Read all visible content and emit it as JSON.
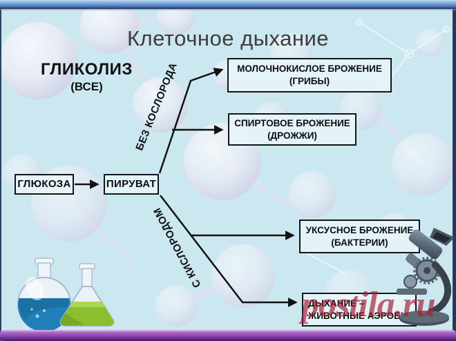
{
  "slide": {
    "title": "Клеточное дыхание",
    "watermark": "postila.ru"
  },
  "diagram": {
    "glycolysis": {
      "label": "ГЛИКОЛИЗ",
      "sub": "(ВСЕ)"
    },
    "nodes": {
      "glucose": {
        "label": "ГЛЮКОЗА"
      },
      "pyruvate": {
        "label": "ПИРУВАТ"
      },
      "lactic": {
        "line1": "МОЛОЧНОКИСЛОЕ БРОЖЕНИЕ",
        "line2": "(ГРИБЫ)"
      },
      "alcohol": {
        "line1": "СПИРТОВОЕ БРОЖЕНИЕ",
        "line2": "(ДРОЖЖИ)"
      },
      "acetic": {
        "line1": "УКСУСНОЕ БРОЖЕНИЕ",
        "line2": "(БАКТЕРИИ)"
      },
      "respiration": {
        "line1": "ДЫХАНИЕ –",
        "line2": "ЖИВОТНЫЕ АЭРОБЫ"
      }
    },
    "edge_labels": {
      "anaerobic": "БЕЗ КОСЛОРОДА",
      "aerobic": "С КИСЛОРОДОМ"
    }
  },
  "icons": {
    "flasks": "lab-flasks-icon",
    "microscope": "microscope-icon"
  },
  "colors": {
    "background": "#cbe7ef",
    "top_bar_blue": "#4d7ab5",
    "bottom_bar_purple": "#8e44ad",
    "box_border": "#141414",
    "box_fill": "#e9f5fa",
    "arrow": "#111111",
    "watermark_red": "#a81c30",
    "flask_liquid_blue": "#1f7fb8",
    "flask_liquid_green": "#8bbf2f"
  }
}
